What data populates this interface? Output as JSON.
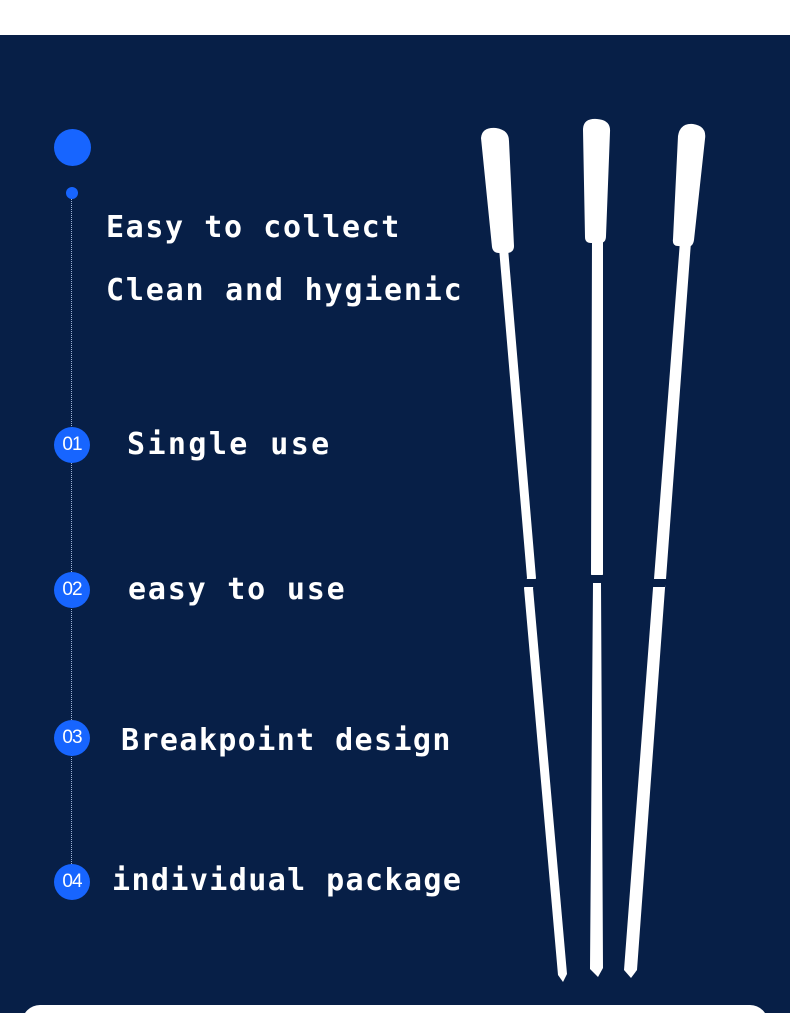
{
  "intro": {
    "line1": "Easy to collect",
    "line2": "Clean and hygienic"
  },
  "features": [
    {
      "number": "01",
      "label": "Single use"
    },
    {
      "number": "02",
      "label": "easy to use"
    },
    {
      "number": "03",
      "label": "Breakpoint design"
    },
    {
      "number": "04",
      "label": "individual package"
    }
  ],
  "colors": {
    "background": "#071f47",
    "accent": "#1765ff",
    "text": "#ffffff",
    "swab": "#ffffff"
  },
  "icons": {
    "timeline_start": "circle-dot-icon",
    "timeline_node": "small-dot-icon"
  }
}
